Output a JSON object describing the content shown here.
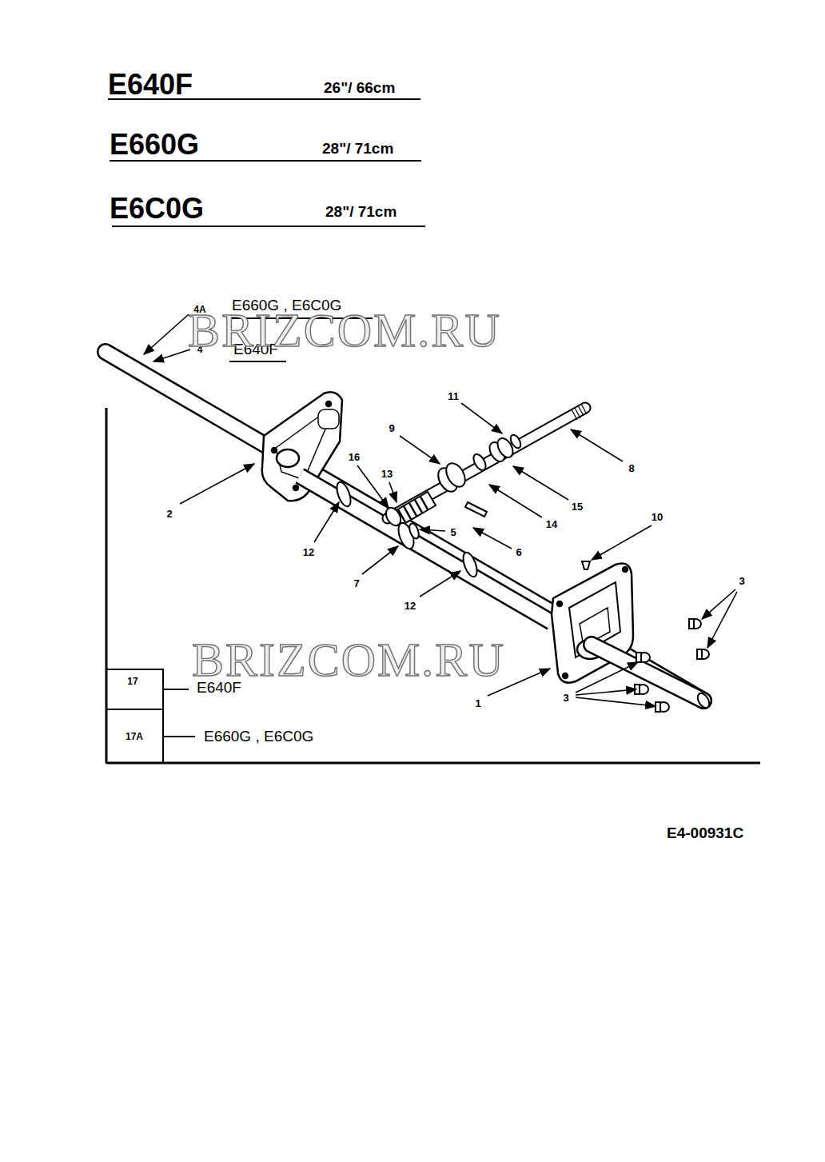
{
  "diagram": {
    "labels": [
      "E640F",
      "26\"/ 66cm",
      "E660G",
      "28\"/ 71cm",
      "E6C0G",
      "28\"/ 71cm",
      "4A",
      "E660G , E6C0G",
      "4",
      "E640F",
      "BRIZCOM.RU",
      "11",
      "9",
      "8",
      "16",
      "13",
      "2",
      "12",
      "5",
      "15",
      "14",
      "6",
      "10",
      "7",
      "12",
      "3",
      "BRIZCOM.RU",
      "17",
      "E640F",
      "1",
      "3",
      "17A",
      "E660G , E6C0G",
      "E4-00931C"
    ]
  }
}
